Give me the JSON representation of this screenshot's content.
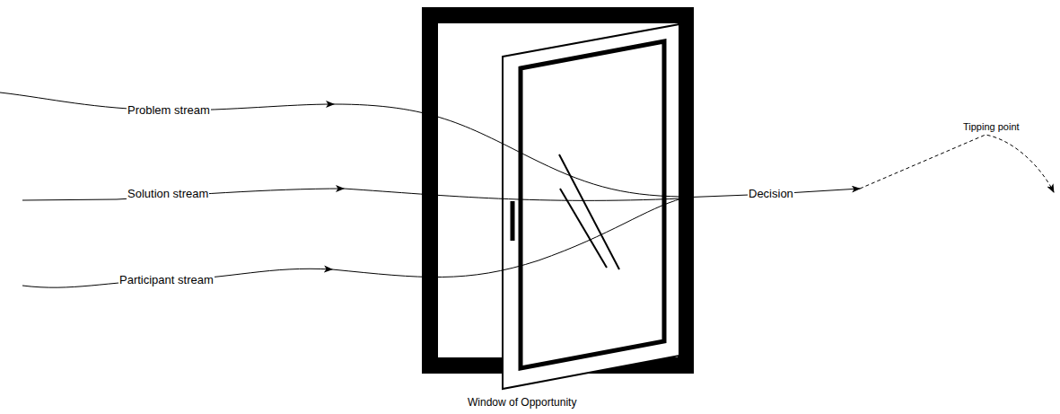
{
  "diagram": {
    "labels": [
      "Problem stream",
      "Solution stream",
      "Participant stream",
      "Decision",
      "Tipping point",
      "Window of Opportunity"
    ]
  }
}
